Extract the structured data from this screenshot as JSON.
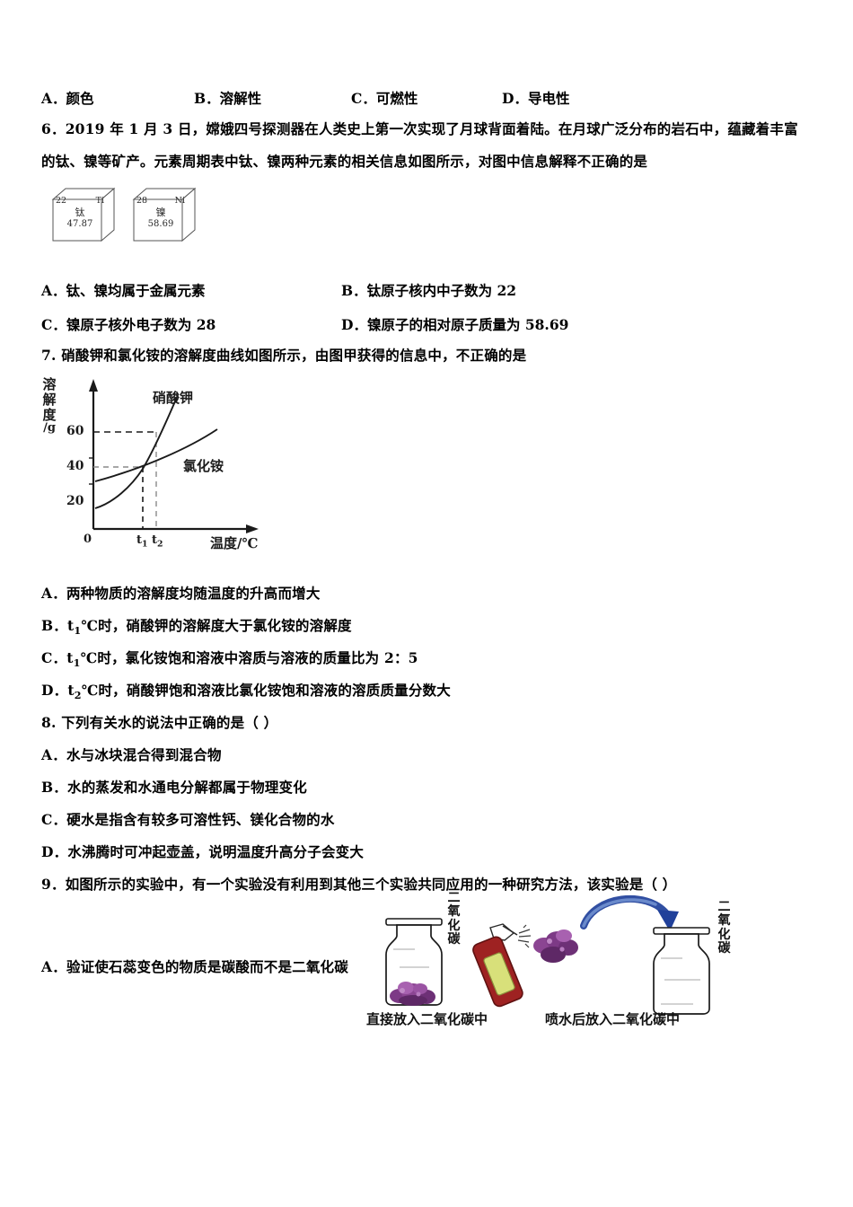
{
  "document": {
    "language": "zh-CN",
    "type": "exam-paper-page"
  },
  "q5_options": {
    "a_letter": "A．",
    "a_text": "颜色",
    "b_letter": "B．",
    "b_text": "溶解性",
    "c_letter": "C．",
    "c_text": "可燃性",
    "d_letter": "D．",
    "d_text": "导电性"
  },
  "q6": {
    "number": "6．",
    "stem_line1": "2019 年 1 月 3 日，嫦娥四号探测器在人类史上第一次实现了月球背面着陆。在月球广泛分布的岩石中，蕴藏着丰富",
    "stem_line2": "的钛、镍等矿产。元素周期表中钛、镍两种元素的相关信息如图所示，对图中信息解释不正确的是",
    "cubes": [
      {
        "atomic_number": "22",
        "symbol": "Ti",
        "name_cn": "钛",
        "atomic_mass": "47.87"
      },
      {
        "atomic_number": "28",
        "symbol": "Ni",
        "name_cn": "镍",
        "atomic_mass": "58.69"
      }
    ],
    "options": {
      "a_letter": "A．",
      "a_text": "钛、镍均属于金属元素",
      "b_letter": "B．",
      "b_text": "钛原子核内中子数为 22",
      "c_letter": "C．",
      "c_text": "镍原子核外电子数为 28",
      "d_letter": "D．",
      "d_text": "镍原子的相对原子质量为 58.69"
    }
  },
  "q7": {
    "number": "7.",
    "stem": "硝酸钾和氯化铵的溶解度曲线如图所示，由图甲获得的信息中，不正确的是",
    "options": [
      {
        "letter": "A．",
        "text": "两种物质的溶解度均随温度的升高而增大"
      },
      {
        "letter": "B．",
        "pre": "t",
        "sub": "1",
        "mid": "℃时，硝酸钾的溶解度大于氯化铵的溶解度"
      },
      {
        "letter": "C．",
        "pre": "t",
        "sub": "1",
        "mid": "℃时，氯化铵饱和溶液中溶质与溶液的质量比为 2：5"
      },
      {
        "letter": "D．",
        "pre": "t",
        "sub": "2",
        "mid": "℃时，硝酸钾饱和溶液比氯化铵饱和溶液的溶质质量分数大"
      }
    ]
  },
  "chart_data": {
    "type": "line",
    "title": "",
    "xlabel": "温度/℃",
    "ylabel": "溶解度/g",
    "ylabel_chars": [
      "溶",
      "解",
      "度",
      "/g"
    ],
    "yticks": [
      20,
      40,
      60
    ],
    "ytick_labels": [
      "20",
      "40",
      "60"
    ],
    "origin_label": "0",
    "xtick_labels": [
      "t₁",
      "t₂"
    ],
    "xticks_display": [
      {
        "base": "t",
        "sub": "1"
      },
      {
        "base": "t",
        "sub": "2"
      }
    ],
    "grid": false,
    "legend_position": "inline-annotations",
    "series": [
      {
        "name": "硝酸钾",
        "label": "硝酸钾",
        "x": [
          0,
          10,
          20,
          30,
          40,
          50,
          60,
          70
        ],
        "values": [
          14,
          19,
          26,
          35,
          48,
          62,
          80,
          100
        ]
      },
      {
        "name": "氯化铵",
        "label": "氯化铵",
        "x": [
          0,
          10,
          20,
          30,
          40,
          50,
          60,
          70
        ],
        "values": [
          29,
          32,
          35,
          38,
          42,
          47,
          53,
          60
        ]
      }
    ],
    "annotations": [
      {
        "text": "60",
        "type": "dashed-guide",
        "y": 60,
        "to_series": "硝酸钾",
        "at_x_label": "t₂"
      },
      {
        "text": "40",
        "type": "dashed-guide",
        "y": 40,
        "to_series": "both",
        "at_x_label": "t₁"
      }
    ],
    "intersection_note": "两曲线在 t₁ 附近相交，溶解度约 40 g"
  },
  "q8": {
    "number": "8.",
    "stem": "下列有关水的说法中正确的是（        ）",
    "options": [
      {
        "letter": "A．",
        "text": "水与冰块混合得到混合物"
      },
      {
        "letter": "B．",
        "text": "水的蒸发和水通电分解都属于物理变化"
      },
      {
        "letter": "C．",
        "text": "硬水是指含有较多可溶性钙、镁化合物的水"
      },
      {
        "letter": "D．",
        "text": "水沸腾时可冲起壶盖，说明温度升高分子会变大"
      }
    ]
  },
  "q9": {
    "number": "9．",
    "stem": "如图所示的实验中，有一个实验没有利用到其他三个实验共同应用的一种研究方法，该实验是（        ）",
    "option_a": {
      "letter": "A．",
      "text": "验证使石蕊变色的物质是碳酸而不是二氧化碳"
    },
    "figure": {
      "left_bottle_gas_label": "二氧化碳",
      "right_bottle_gas_label": "二氧化碳",
      "left_caption": "直接放入二氧化碳中",
      "right_caption": "喷水后放入二氧化碳中",
      "spray_bottle": "spray-bottle",
      "flower_color": "#8b3f91",
      "arrow_color": "#1f3f9e"
    }
  },
  "colors": {
    "text": "#000000",
    "cube_line": "#555555",
    "chart_line": "#1a1a1a",
    "dashed_gray": "#8a8a8a",
    "flower_purple": "#7d3a86",
    "flower_purple_light": "#a861b0",
    "spray_red": "#9e2222",
    "spray_label": "#d8e07a",
    "arrow_blue": "#20409a"
  }
}
